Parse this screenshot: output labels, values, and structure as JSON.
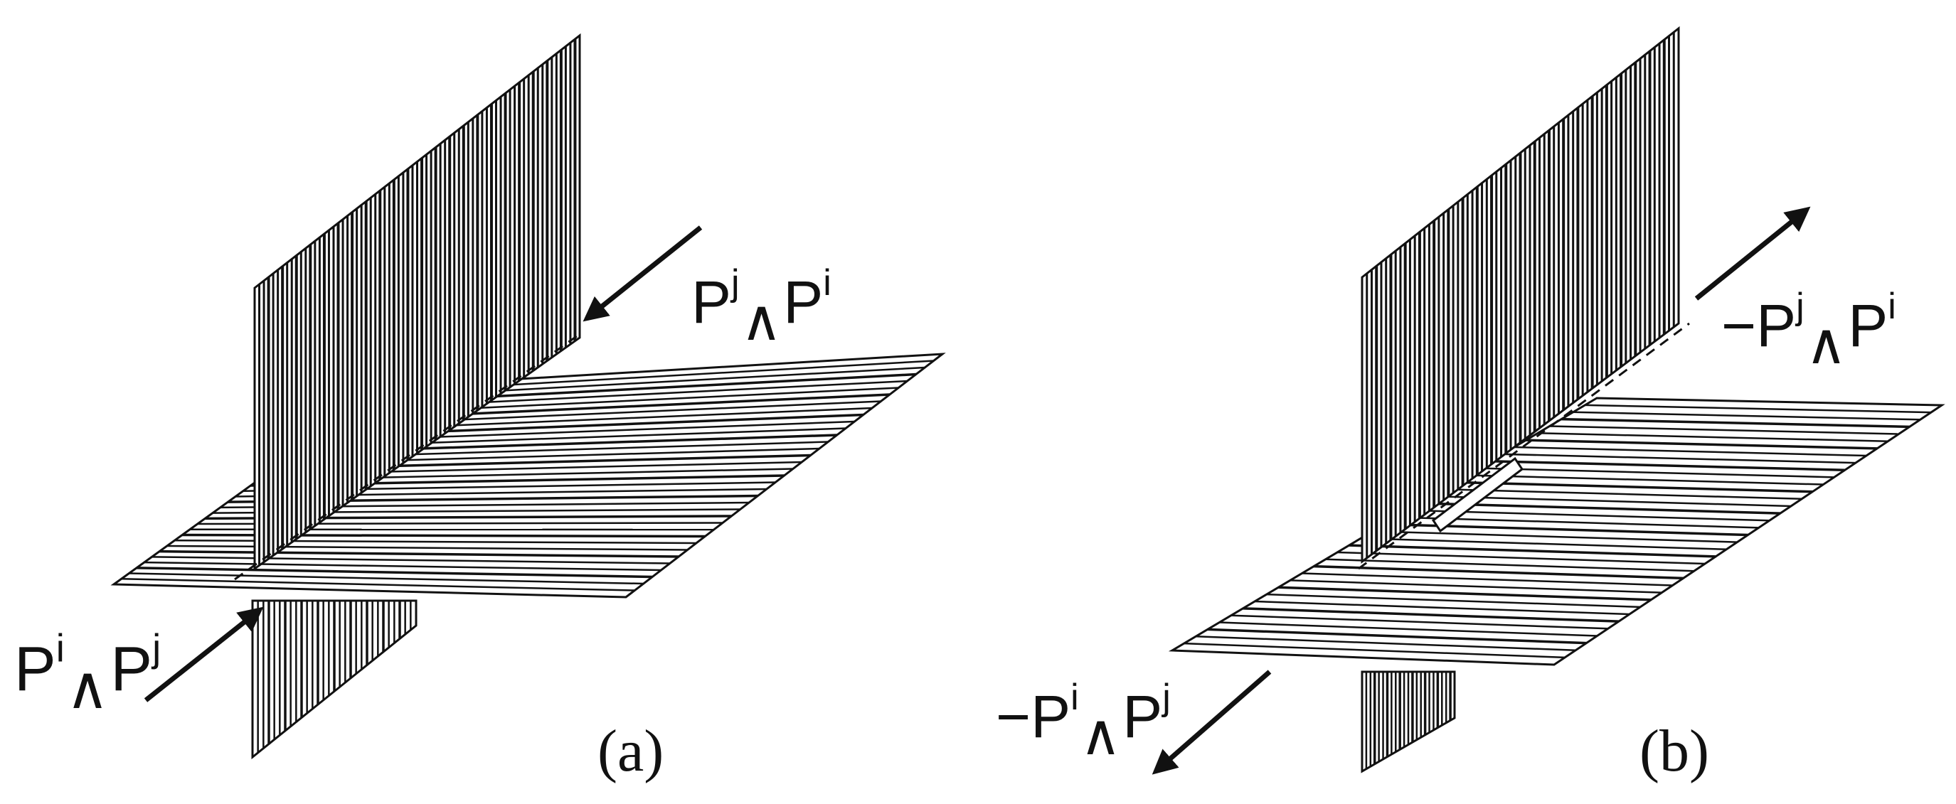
{
  "panels": [
    {
      "id": "a",
      "caption": "(a)",
      "labels": {
        "front": {
          "sign": "",
          "base1": "P",
          "sup1": "i",
          "wedge": "∧",
          "base2": "P",
          "sup2": "j"
        },
        "back": {
          "sign": "",
          "base1": "P",
          "sup1": "j",
          "wedge": "∧",
          "base2": "P",
          "sup2": "i"
        }
      }
    },
    {
      "id": "b",
      "caption": "(b)",
      "labels": {
        "front": {
          "sign": "−",
          "base1": "P",
          "sup1": "i",
          "wedge": "∧",
          "base2": "P",
          "sup2": "j"
        },
        "back": {
          "sign": "−",
          "base1": "P",
          "sup1": "j",
          "wedge": "∧",
          "base2": "P",
          "sup2": "i"
        }
      }
    }
  ],
  "colors": {
    "ink": "#111111",
    "paper": "#ffffff"
  }
}
